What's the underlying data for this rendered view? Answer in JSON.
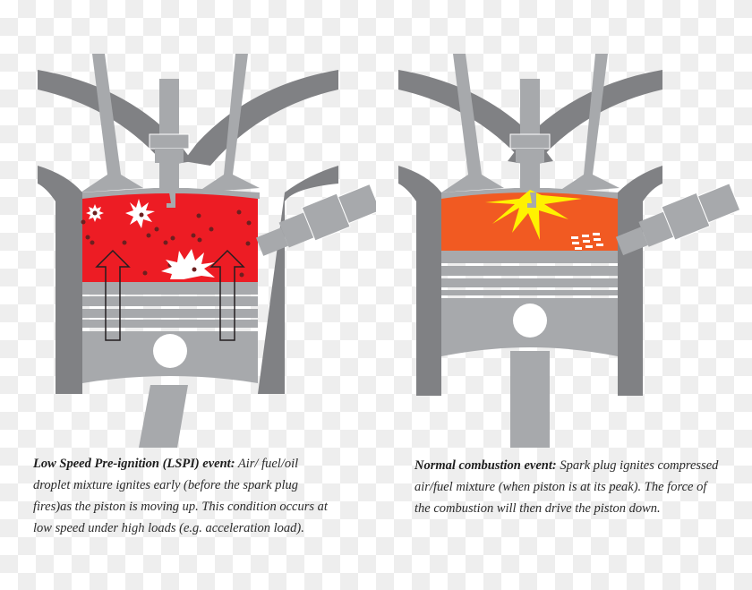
{
  "diagrams": [
    {
      "id": "lspi",
      "chamber_color": "#ed1c24",
      "caption_title": "Low Speed Pre-ignition (LSPI) event:",
      "caption_body": " Air/ fuel/oil droplet mixture ignites early (before the spark plug fires)as the piston is moving up. This condition occurs at low speed under high loads (e.g. acceleration load)."
    },
    {
      "id": "normal",
      "chamber_color": "#f15a22",
      "spark_color": "#fff200",
      "caption_title": "Normal combustion event:",
      "caption_body": " Spark plug ignites compressed air/fuel mixture (when piston is at its peak). The force of the combustion will then drive the piston down."
    }
  ],
  "colors": {
    "dark_gray": "#808184",
    "light_gray": "#a7a9ac",
    "text": "#2a2a2a"
  }
}
